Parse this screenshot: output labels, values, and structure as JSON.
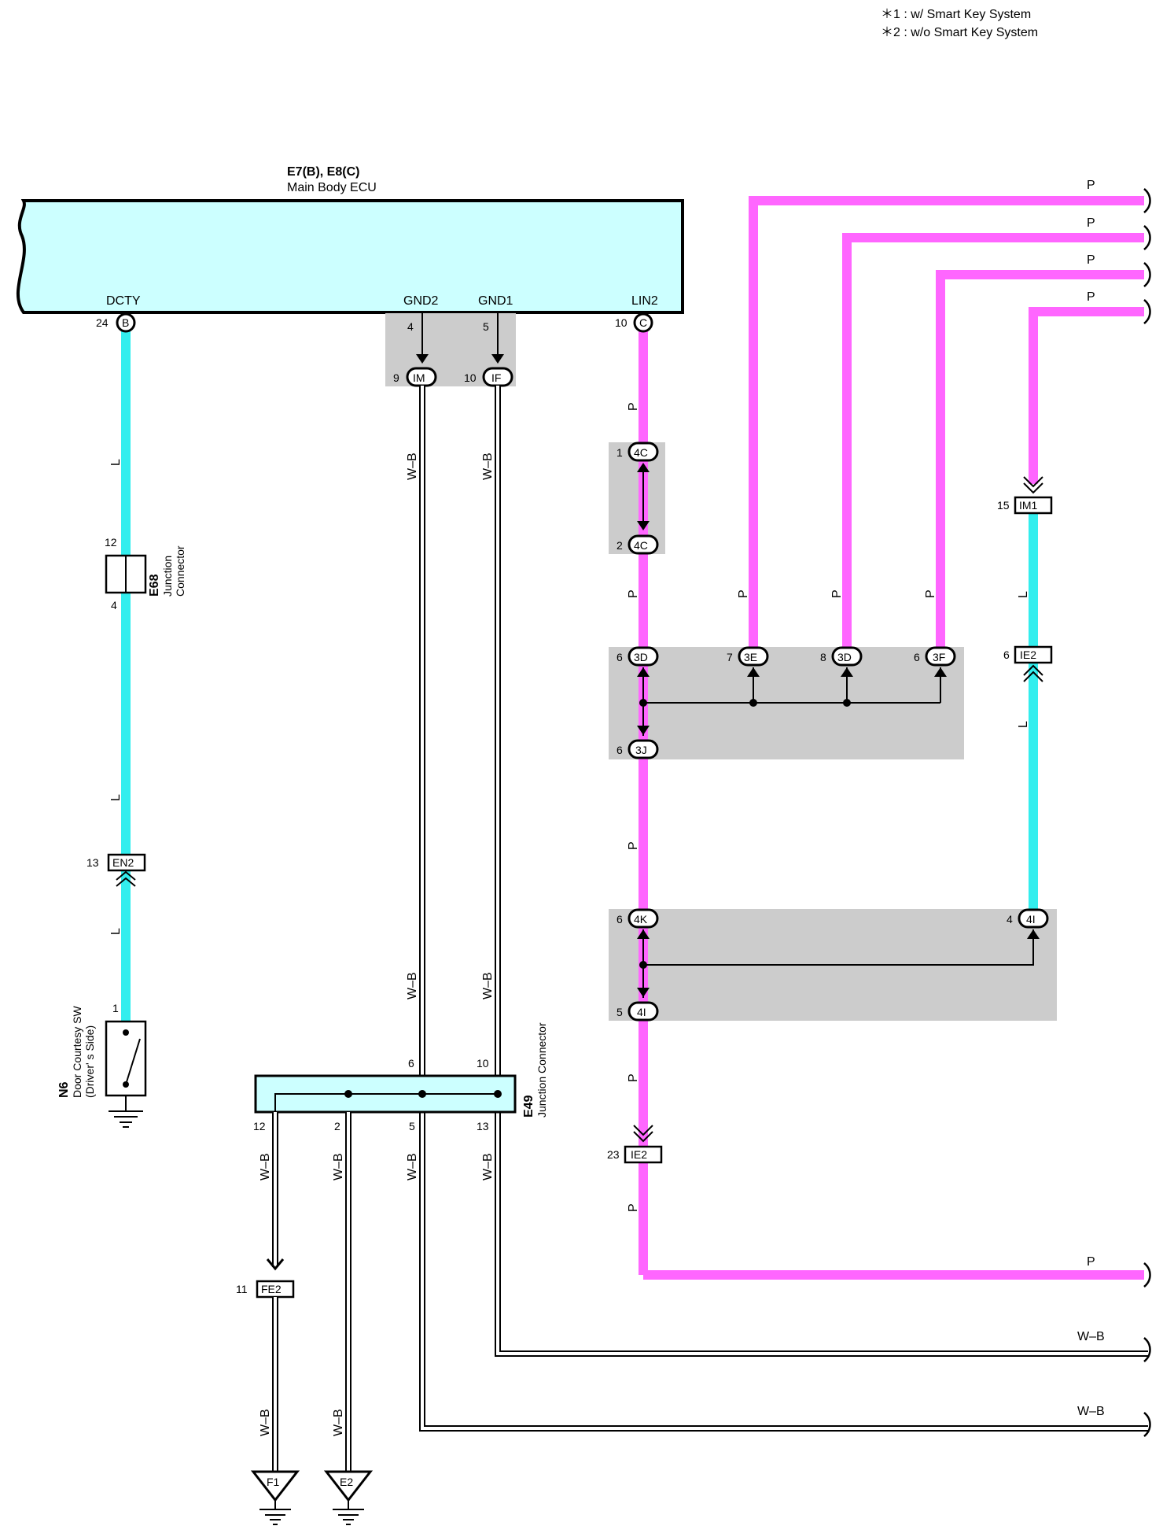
{
  "notes": {
    "n1": "＊1 : w/ Smart Key System",
    "n2": "＊2 : w/o Smart Key System"
  },
  "ecu": {
    "id": "E7(B), E8(C)",
    "name": "Main Body ECU",
    "pins": {
      "dcty": "DCTY",
      "gnd2": "GND2",
      "gnd1": "GND1",
      "lin2": "LIN2"
    }
  },
  "connectors": {
    "b24": {
      "num": "24",
      "code": "B"
    },
    "c10": {
      "num": "10",
      "code": "C"
    },
    "g4": "4",
    "g5": "5",
    "im9": {
      "num": "9",
      "code": "IM"
    },
    "if10": {
      "num": "10",
      "code": "IF"
    },
    "c4c1": {
      "num": "1",
      "code": "4C"
    },
    "c4c2": {
      "num": "2",
      "code": "4C"
    },
    "c3d6": {
      "num": "6",
      "code": "3D"
    },
    "c3e7": {
      "num": "7",
      "code": "3E"
    },
    "c3d8": {
      "num": "8",
      "code": "3D"
    },
    "c3f6": {
      "num": "6",
      "code": "3F"
    },
    "c3j6": {
      "num": "6",
      "code": "3J"
    },
    "c4k6": {
      "num": "6",
      "code": "4K"
    },
    "c4i5": {
      "num": "5",
      "code": "4I"
    },
    "c4i4": {
      "num": "4",
      "code": "4I"
    },
    "im1": {
      "num": "15",
      "code": "IM1"
    },
    "ie2a": {
      "num": "6",
      "code": "IE2"
    },
    "ie2b": {
      "num": "23",
      "code": "IE2"
    },
    "en2": {
      "num": "13",
      "code": "EN2"
    },
    "fe2": {
      "num": "11",
      "code": "FE2"
    }
  },
  "e68": {
    "id": "E68",
    "line1": "Junction",
    "line2": "Connector",
    "pin_top": "12",
    "pin_bot": "4"
  },
  "n6": {
    "id": "N6",
    "line1": "Door Courtesy SW",
    "line2": "(Driver' s Side)",
    "pin": "1"
  },
  "e49": {
    "id": "E49",
    "name": "Junction Connector",
    "p6": "6",
    "p10": "10",
    "p12": "12",
    "p2": "2",
    "p5": "5",
    "p13": "13"
  },
  "grounds": {
    "f1": "F1",
    "e2": "E2"
  },
  "wire_colors": {
    "p": "P",
    "l": "L",
    "wb": "W–B"
  },
  "colors": {
    "pink": "#ff66ff",
    "cyan": "#33eeee",
    "ecu_fill": "#ccffff",
    "shade": "#cccccc"
  }
}
